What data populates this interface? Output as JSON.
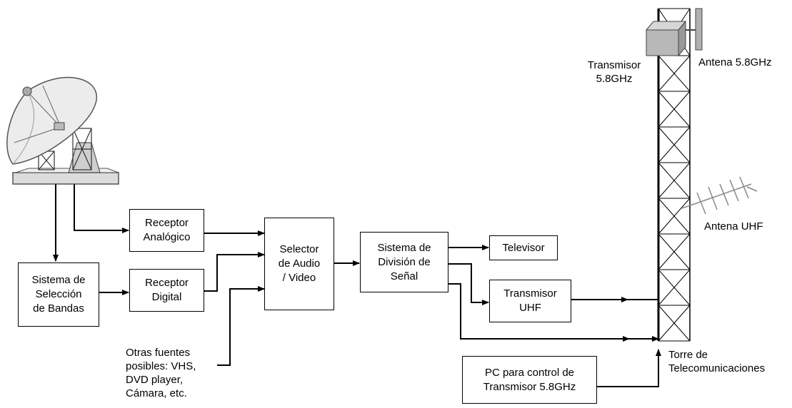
{
  "blocks": {
    "seleccion_bandas": "Sistema de\nSelección\nde Bandas",
    "receptor_analogico": "Receptor\nAnalógico",
    "receptor_digital": "Receptor\nDigital",
    "selector_av": "Selector\nde Audio\n/ Video",
    "division_senal": "Sistema de\nDivisión de\nSeñal",
    "televisor": "Televisor",
    "transmisor_uhf": "Transmisor\nUHF",
    "pc_control": "PC para control de\nTransmisor 5.8GHz"
  },
  "labels": {
    "otras_fuentes": "Otras fuentes\nposibles: VHS,\nDVD player,\nCámara, etc.",
    "transmisor_58": "Transmisor\n5.8GHz",
    "antena_58": "Antena 5.8GHz",
    "antena_uhf": "Antena UHF",
    "torre": "Torre de\nTelecomunicaciones"
  },
  "colors": {
    "line": "#000000",
    "dish": "#e4e4e4",
    "dish_edge": "#555555",
    "transmitter_box": "#b8b8b8"
  }
}
